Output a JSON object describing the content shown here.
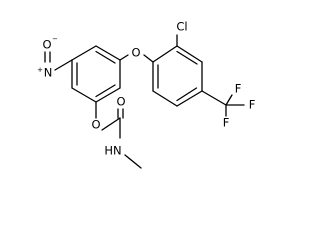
{
  "atoms": {
    "chlorine": "Cl",
    "ether_oxygen": "O",
    "fluorine_right": "F",
    "fluorine_top": "F",
    "fluorine_bottom": "F",
    "nitro_nitrogen": "N",
    "nitro_nitrogen_charge": "+",
    "nitro_oxygen": "O",
    "nitro_oxygen_charge": "−",
    "ester_oxygen": "O",
    "carbonyl_oxygen": "O",
    "amine": "HN"
  }
}
